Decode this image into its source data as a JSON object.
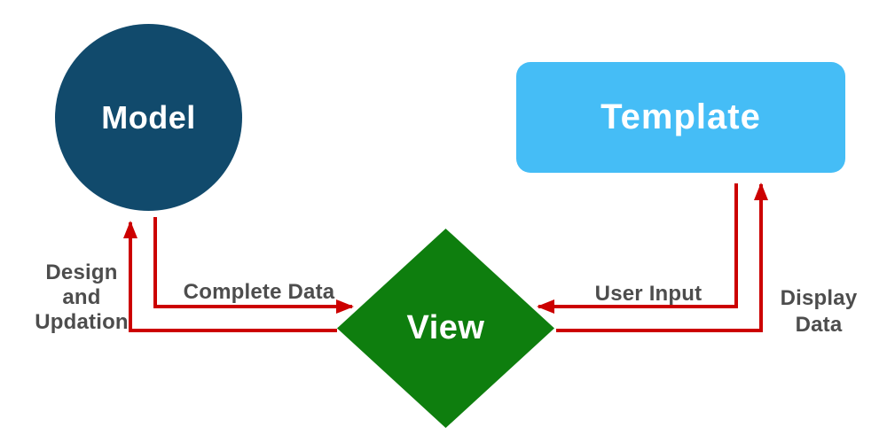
{
  "nodes": {
    "model": {
      "label": "Model",
      "color": "#114a6c",
      "text_color": "#ffffff",
      "shape": "circle"
    },
    "template": {
      "label": "Template",
      "color": "#45bdf6",
      "text_color": "#ffffff",
      "shape": "rounded-rect"
    },
    "view": {
      "label": "View",
      "color": "#0e7e0e",
      "text_color": "#ffffff",
      "shape": "diamond"
    }
  },
  "edges": {
    "arrow_color": "#cc0000",
    "label_color": "#4d4d4d",
    "design_updation": {
      "label": "Design\nand\nUpdation",
      "from": "View",
      "to": "Model"
    },
    "complete_data": {
      "label": "Complete Data",
      "from": "Model",
      "to": "View"
    },
    "user_input": {
      "label": "User Input",
      "from": "Template",
      "to": "View"
    },
    "display_data": {
      "label": "Display\nData",
      "from": "View",
      "to": "Template"
    }
  }
}
